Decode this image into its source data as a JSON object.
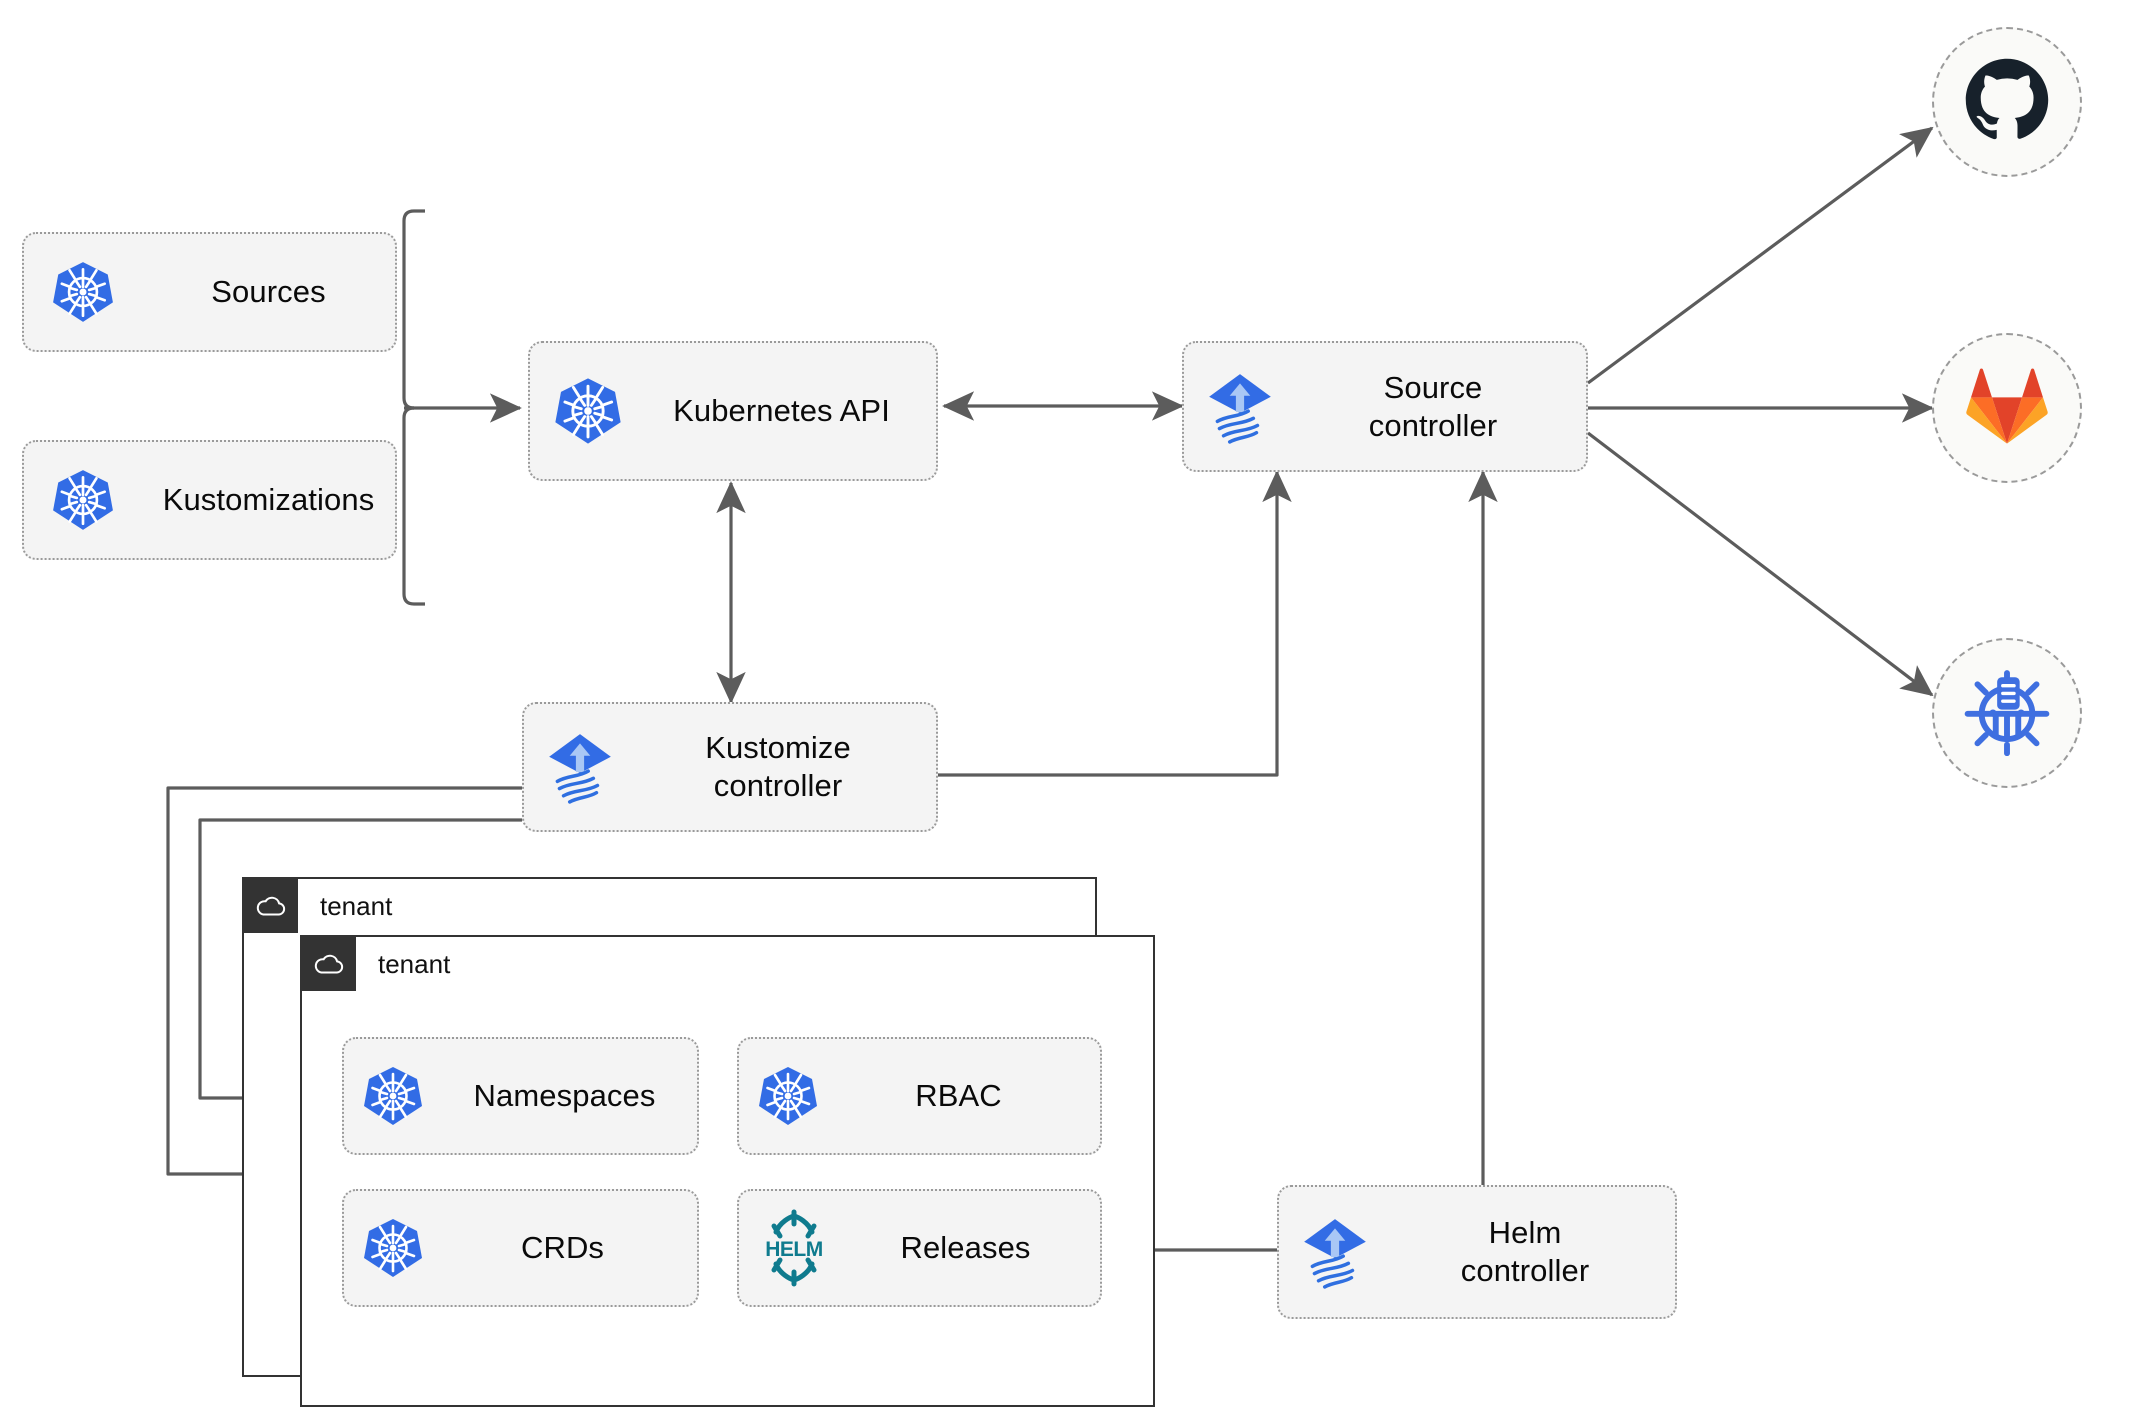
{
  "diagram": {
    "title": "Flux GitOps multi-tenancy architecture",
    "background": "#ffffff",
    "accent_blue": "#326ce5",
    "helm_teal": "#0f7b8e",
    "edge_color": "#5c5c5c",
    "node_fill": "#f4f4f4",
    "node_border": "#9a9a9a",
    "tenant_header_bg": "#333333"
  },
  "resources": [
    {
      "id": "sources",
      "label": "Sources",
      "icon": "kubernetes-icon"
    },
    {
      "id": "kustomizations",
      "label": "Kustomizations",
      "icon": "kubernetes-icon"
    }
  ],
  "core": [
    {
      "id": "kubernetes-api",
      "label": "Kubernetes API",
      "icon": "kubernetes-icon"
    },
    {
      "id": "source-controller",
      "label": "Source\ncontroller",
      "icon": "flux-icon"
    },
    {
      "id": "kustomize-controller",
      "label": "Kustomize\ncontroller",
      "icon": "flux-icon"
    },
    {
      "id": "helm-controller",
      "label": "Helm\ncontroller",
      "icon": "flux-icon"
    }
  ],
  "providers": [
    {
      "id": "github",
      "label": "github-icon",
      "icon": "github-icon",
      "color": "#17212b"
    },
    {
      "id": "gitlab",
      "label": "gitlab-icon",
      "icon": "gitlab-icon",
      "color": "#e24329"
    },
    {
      "id": "helm-repo",
      "label": "helm-chart-icon",
      "icon": "helm-chart-icon",
      "color": "#326ce5"
    }
  ],
  "tenants": [
    {
      "id": "tenant-back",
      "label": "tenant",
      "icon": "cloud-icon"
    },
    {
      "id": "tenant-front",
      "label": "tenant",
      "icon": "cloud-icon"
    }
  ],
  "tenant_items": [
    {
      "id": "namespaces",
      "label": "Namespaces",
      "icon": "kubernetes-icon"
    },
    {
      "id": "rbac",
      "label": "RBAC",
      "icon": "kubernetes-icon"
    },
    {
      "id": "crds",
      "label": "CRDs",
      "icon": "kubernetes-icon"
    },
    {
      "id": "releases",
      "label": "Releases",
      "icon": "helm-icon"
    }
  ],
  "edges": [
    {
      "from": "sources/kustomizations",
      "to": "kubernetes-api",
      "style": "bracket-arrow",
      "direction": "one-way"
    },
    {
      "from": "kubernetes-api",
      "to": "source-controller",
      "style": "straight",
      "direction": "two-way"
    },
    {
      "from": "kubernetes-api",
      "to": "kustomize-controller",
      "style": "straight",
      "direction": "two-way"
    },
    {
      "from": "kustomize-controller",
      "to": "source-controller",
      "style": "orthogonal",
      "direction": "one-way"
    },
    {
      "from": "helm-controller",
      "to": "source-controller",
      "style": "straight",
      "direction": "one-way"
    },
    {
      "from": "source-controller",
      "to": "github",
      "style": "straight",
      "direction": "one-way"
    },
    {
      "from": "source-controller",
      "to": "gitlab",
      "style": "straight",
      "direction": "one-way"
    },
    {
      "from": "source-controller",
      "to": "helm-repo",
      "style": "straight",
      "direction": "one-way"
    },
    {
      "from": "kustomize-controller",
      "to": "tenant-back",
      "style": "orthogonal",
      "direction": "one-way"
    },
    {
      "from": "kustomize-controller",
      "to": "tenant-front",
      "style": "orthogonal",
      "direction": "one-way"
    },
    {
      "from": "helm-controller",
      "to": "releases",
      "style": "straight",
      "direction": "one-way"
    }
  ]
}
